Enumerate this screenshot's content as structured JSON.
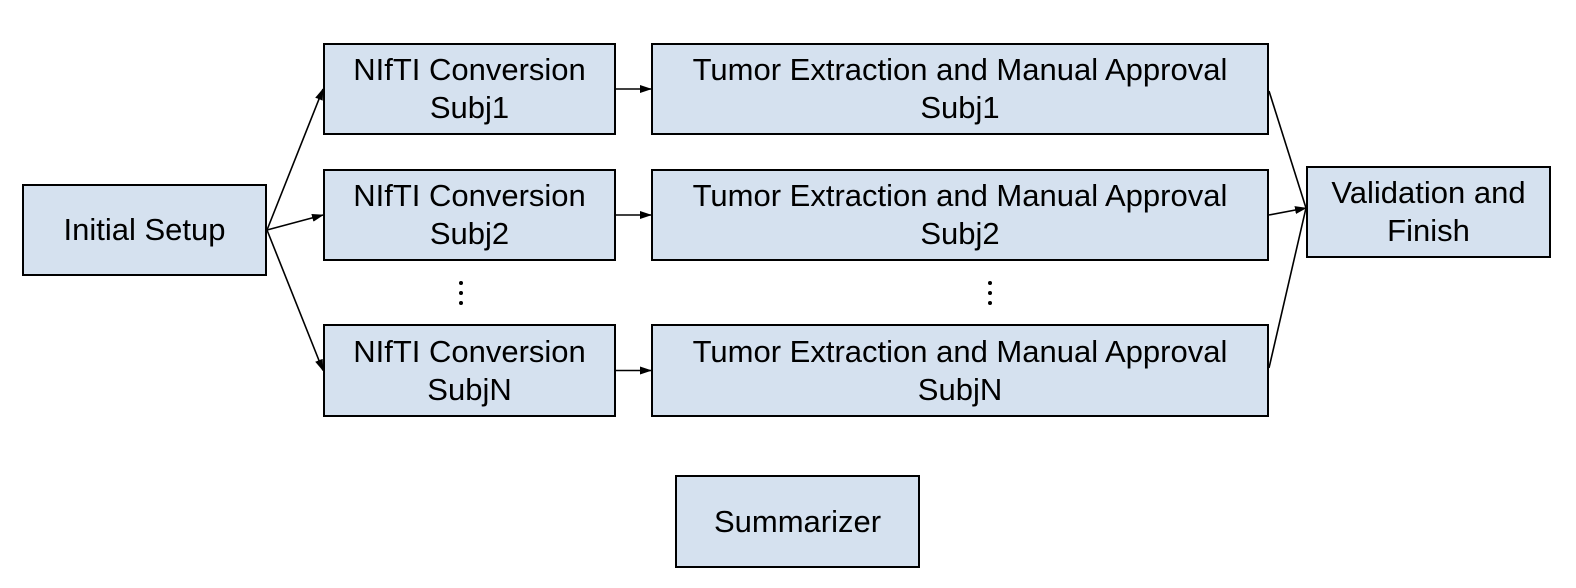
{
  "colors": {
    "node_fill": "#d5e1ef",
    "node_border": "#000000",
    "arrow": "#000000"
  },
  "nodes": {
    "initial_setup": {
      "lines": [
        "Initial Setup"
      ]
    },
    "nifti_subj1": {
      "lines": [
        "NIfTI Conversion",
        "Subj1"
      ]
    },
    "nifti_subj2": {
      "lines": [
        "NIfTI Conversion",
        "Subj2"
      ]
    },
    "nifti_subjn": {
      "lines": [
        "NIfTI Conversion",
        "SubjN"
      ]
    },
    "tumor_subj1": {
      "lines": [
        "Tumor Extraction and Manual Approval",
        "Subj1"
      ]
    },
    "tumor_subj2": {
      "lines": [
        "Tumor Extraction and Manual Approval",
        "Subj2"
      ]
    },
    "tumor_subjn": {
      "lines": [
        "Tumor Extraction and Manual Approval",
        "SubjN"
      ]
    },
    "validation": {
      "lines": [
        "Validation and",
        "Finish"
      ]
    },
    "summarizer": {
      "lines": [
        "Summarizer"
      ]
    }
  },
  "edges": [
    {
      "from": "initial_setup",
      "to": "nifti_subj1",
      "arrow": true
    },
    {
      "from": "initial_setup",
      "to": "nifti_subj2",
      "arrow": true
    },
    {
      "from": "initial_setup",
      "to": "nifti_subjn",
      "arrow": true
    },
    {
      "from": "nifti_subj1",
      "to": "tumor_subj1",
      "arrow": true
    },
    {
      "from": "nifti_subj2",
      "to": "tumor_subj2",
      "arrow": true
    },
    {
      "from": "nifti_subjn",
      "to": "tumor_subjn",
      "arrow": true
    },
    {
      "from": "tumor_subj1",
      "to": "validation",
      "arrow": false
    },
    {
      "from": "tumor_subj2",
      "to": "validation",
      "arrow": true
    },
    {
      "from": "tumor_subjn",
      "to": "validation",
      "arrow": false
    }
  ],
  "continuation_markers": [
    "vertical-ellipsis",
    "vertical-ellipsis"
  ]
}
